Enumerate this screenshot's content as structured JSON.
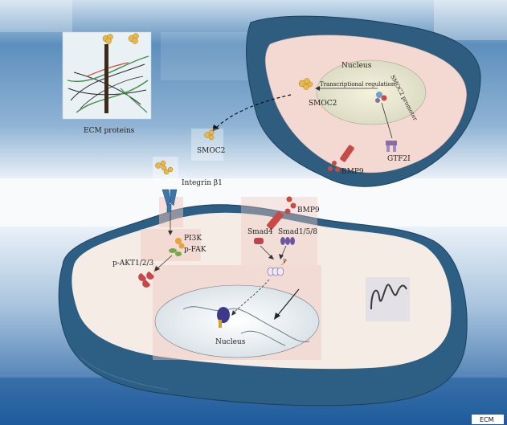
{
  "labels": {
    "ecm_proteins": "ECM proteins",
    "nucleus_top": "Nucleus",
    "transcriptional_regulation": "Transcriptional regulation",
    "smoc2_promoter": "SMOC2 promoter",
    "smoc2_top": "SMOC2",
    "gtf2i": "GTF2I",
    "bmp9_top": "BMP9",
    "smoc2_mid": "SMOC2",
    "integrin_b1": "Integrin β1",
    "bmp9_right": "BMP9",
    "smad4": "Smad4",
    "smad158": "Smad1/5/8",
    "p_label": "P",
    "pi3k": "PI3K",
    "p_fak": "p-FAK",
    "p_akt": "p-AKT1/2/3",
    "nucleus_bottom": "Nucleus",
    "ecm_corner": "ECM"
  },
  "colors": {
    "membrane": "#2d5f84",
    "membrane_dark": "#1c4464",
    "cytoplasm": "#f6ece6",
    "cell_top_fill": "#f3dcd6",
    "nucleus_fill": "#ede8c8",
    "smoc2": "#e8b84a",
    "bmp9": "#c64b46",
    "integrin": "#3f76a6",
    "pi3k": "#e8a23a",
    "fak": "#74a84b",
    "akt": "#c9464b",
    "smad158": "#6a55a3",
    "smad4": "#b8464a",
    "gtf2i": "#8c6aa8"
  }
}
